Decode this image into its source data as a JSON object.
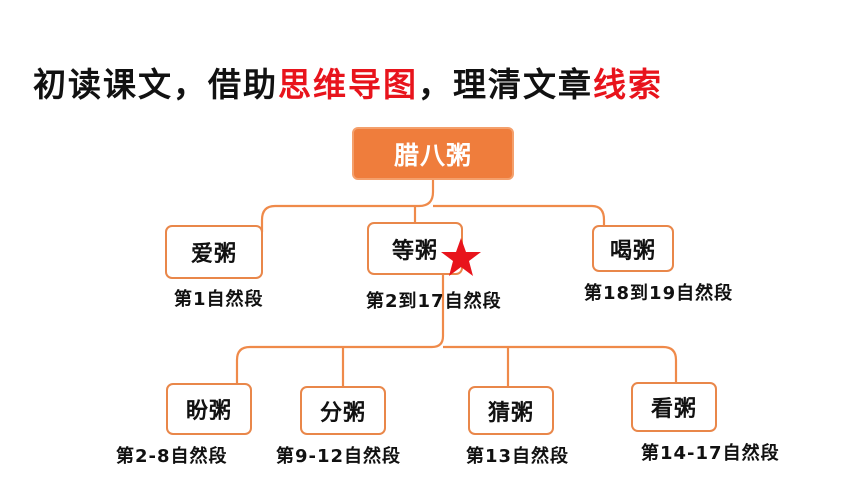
{
  "title": {
    "segments": [
      {
        "text": "初读课文，借助",
        "highlight": false
      },
      {
        "text": "思维导图",
        "highlight": true
      },
      {
        "text": "，理清文章",
        "highlight": false
      },
      {
        "text": "线索",
        "highlight": true
      }
    ]
  },
  "colors": {
    "accent_red": "#e8141c",
    "node_border": "#e9874a",
    "root_fill": "#ef7d3c",
    "connector": "#ef8a4a"
  },
  "mindmap": {
    "root": {
      "label": "腊八粥"
    },
    "branches": [
      {
        "label": "爱粥",
        "caption": "第1自然段"
      },
      {
        "label": "等粥",
        "caption": "第2到17自然段",
        "marker": "red-star-icon"
      },
      {
        "label": "喝粥",
        "caption": "第18到19自然段"
      }
    ],
    "sub_branches": [
      {
        "label": "盼粥",
        "caption": "第2-8自然段"
      },
      {
        "label": "分粥",
        "caption": "第9-12自然段"
      },
      {
        "label": "猜粥",
        "caption": "第13自然段"
      },
      {
        "label": "看粥",
        "caption": "第14-17自然段"
      }
    ]
  }
}
